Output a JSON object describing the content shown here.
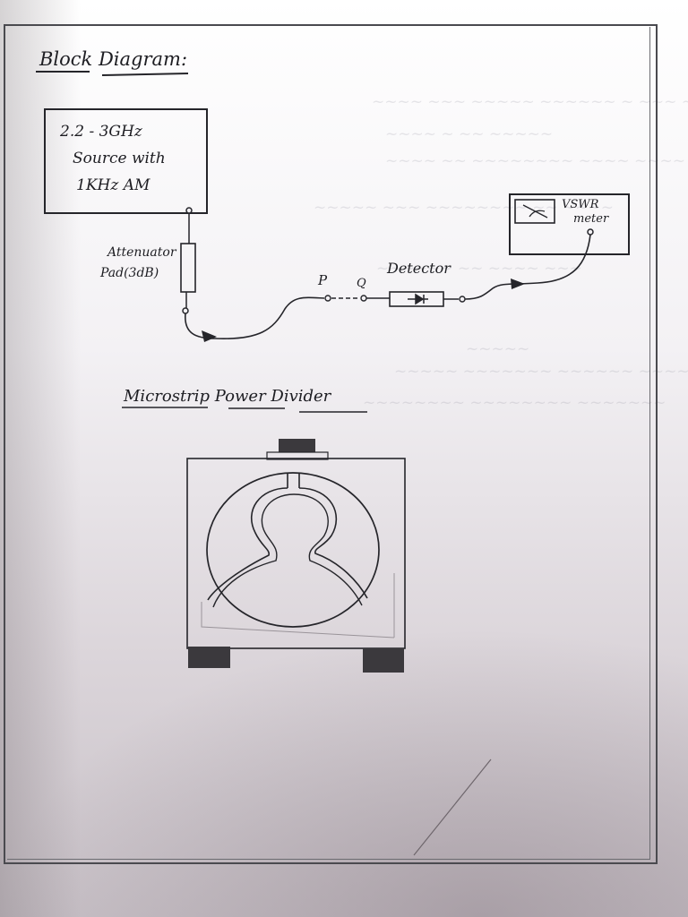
{
  "headings": {
    "block_diagram": "Block Diagram:",
    "microstrip": "Microstrip Power Divider"
  },
  "source_block": {
    "line1": "2.2 - 3GHz",
    "line2": "Source with",
    "line3": "1KHz AM"
  },
  "attenuator": {
    "line1": "Attenuator",
    "line2": "Pad(3dB)"
  },
  "points": {
    "p": "P",
    "q": "Q"
  },
  "detector": "Detector",
  "vswr": {
    "line1": "VSWR",
    "line2": "meter"
  },
  "colors": {
    "ink": "#1d1d22",
    "paper": "#f3f1f4",
    "block": "#3b393d"
  }
}
